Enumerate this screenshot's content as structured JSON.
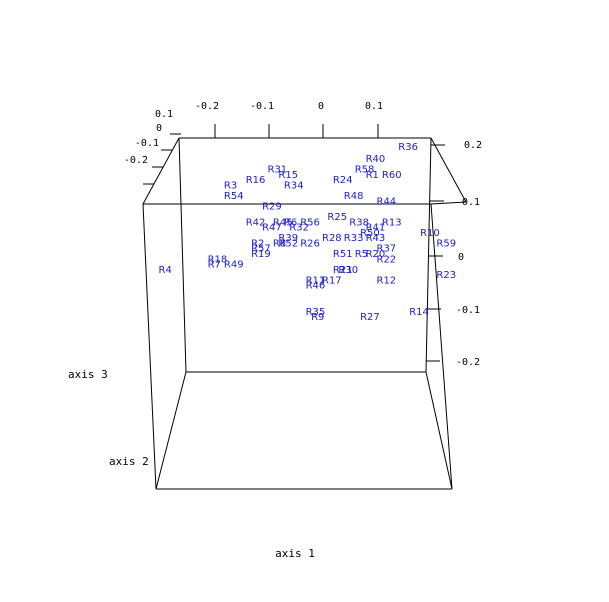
{
  "chart_data": {
    "type": "scatter",
    "subtype": "3d-text-labels",
    "title": "",
    "xlabel": "axis 1",
    "ylabel": "axis 2",
    "zlabel": "axis 3",
    "xticks": [
      "-0.2",
      "-0.1",
      "0",
      "0.1"
    ],
    "yticks": [
      "-0.2",
      "-0.1",
      "0",
      "0.1"
    ],
    "zticks": [
      "0.2",
      "0.1",
      "0",
      "-0.1",
      "-0.2"
    ],
    "point_color": "#1c1ccf",
    "points": [
      {
        "label": "R36",
        "x": 0.14,
        "z": 0.22
      },
      {
        "label": "R40",
        "x": 0.08,
        "z": 0.18
      },
      {
        "label": "R58",
        "x": 0.06,
        "z": 0.16
      },
      {
        "label": "R31",
        "x": -0.1,
        "z": 0.16
      },
      {
        "label": "R15",
        "x": -0.08,
        "z": 0.15
      },
      {
        "label": "R1",
        "x": 0.08,
        "z": 0.15
      },
      {
        "label": "R60",
        "x": 0.11,
        "z": 0.15
      },
      {
        "label": "R16",
        "x": -0.14,
        "z": 0.14
      },
      {
        "label": "R24",
        "x": 0.02,
        "z": 0.14
      },
      {
        "label": "R3",
        "x": -0.18,
        "z": 0.13
      },
      {
        "label": "R34",
        "x": -0.07,
        "z": 0.13
      },
      {
        "label": "R54",
        "x": -0.18,
        "z": 0.11
      },
      {
        "label": "R48",
        "x": 0.04,
        "z": 0.11
      },
      {
        "label": "R44",
        "x": 0.1,
        "z": 0.1
      },
      {
        "label": "R29",
        "x": -0.11,
        "z": 0.09
      },
      {
        "label": "R25",
        "x": 0.01,
        "z": 0.07
      },
      {
        "label": "R38",
        "x": 0.05,
        "z": 0.06
      },
      {
        "label": "R13",
        "x": 0.11,
        "z": 0.06
      },
      {
        "label": "R42",
        "x": -0.14,
        "z": 0.06
      },
      {
        "label": "R45",
        "x": -0.09,
        "z": 0.06
      },
      {
        "label": "R6",
        "x": -0.07,
        "z": 0.06
      },
      {
        "label": "R56",
        "x": -0.04,
        "z": 0.06
      },
      {
        "label": "R47",
        "x": -0.11,
        "z": 0.05
      },
      {
        "label": "R32",
        "x": -0.06,
        "z": 0.05
      },
      {
        "label": "R41",
        "x": 0.08,
        "z": 0.05
      },
      {
        "label": "R50",
        "x": 0.07,
        "z": 0.04
      },
      {
        "label": "R10",
        "x": 0.18,
        "z": 0.04
      },
      {
        "label": "R43",
        "x": 0.08,
        "z": 0.03
      },
      {
        "label": "R39",
        "x": -0.08,
        "z": 0.03
      },
      {
        "label": "R33",
        "x": 0.04,
        "z": 0.03
      },
      {
        "label": "R28",
        "x": 0.0,
        "z": 0.03
      },
      {
        "label": "R59",
        "x": 0.21,
        "z": 0.02
      },
      {
        "label": "R2",
        "x": -0.13,
        "z": 0.02
      },
      {
        "label": "R8",
        "x": -0.09,
        "z": 0.02
      },
      {
        "label": "R52",
        "x": -0.08,
        "z": 0.02
      },
      {
        "label": "R26",
        "x": -0.04,
        "z": 0.02
      },
      {
        "label": "R57",
        "x": -0.13,
        "z": 0.01
      },
      {
        "label": "R19",
        "x": -0.13,
        "z": 0.0
      },
      {
        "label": "R37",
        "x": 0.1,
        "z": 0.01
      },
      {
        "label": "R51",
        "x": 0.02,
        "z": 0.0
      },
      {
        "label": "R5",
        "x": 0.06,
        "z": 0.0
      },
      {
        "label": "R20",
        "x": 0.08,
        "z": 0.0
      },
      {
        "label": "R22",
        "x": 0.1,
        "z": -0.01
      },
      {
        "label": "R18",
        "x": -0.21,
        "z": -0.01
      },
      {
        "label": "R49",
        "x": -0.18,
        "z": -0.02
      },
      {
        "label": "R7",
        "x": -0.21,
        "z": -0.02
      },
      {
        "label": "R4",
        "x": -0.3,
        "z": -0.03
      },
      {
        "label": "R30",
        "x": 0.03,
        "z": -0.03
      },
      {
        "label": "R21",
        "x": 0.02,
        "z": -0.03
      },
      {
        "label": "R11",
        "x": -0.03,
        "z": -0.05
      },
      {
        "label": "R17",
        "x": 0.0,
        "z": -0.05
      },
      {
        "label": "R12",
        "x": 0.1,
        "z": -0.05
      },
      {
        "label": "R46",
        "x": -0.03,
        "z": -0.06
      },
      {
        "label": "R23",
        "x": 0.21,
        "z": -0.04
      },
      {
        "label": "R35",
        "x": -0.03,
        "z": -0.11
      },
      {
        "label": "R14",
        "x": 0.16,
        "z": -0.11
      },
      {
        "label": "R9",
        "x": -0.02,
        "z": -0.12
      },
      {
        "label": "R27",
        "x": 0.07,
        "z": -0.12
      }
    ]
  }
}
